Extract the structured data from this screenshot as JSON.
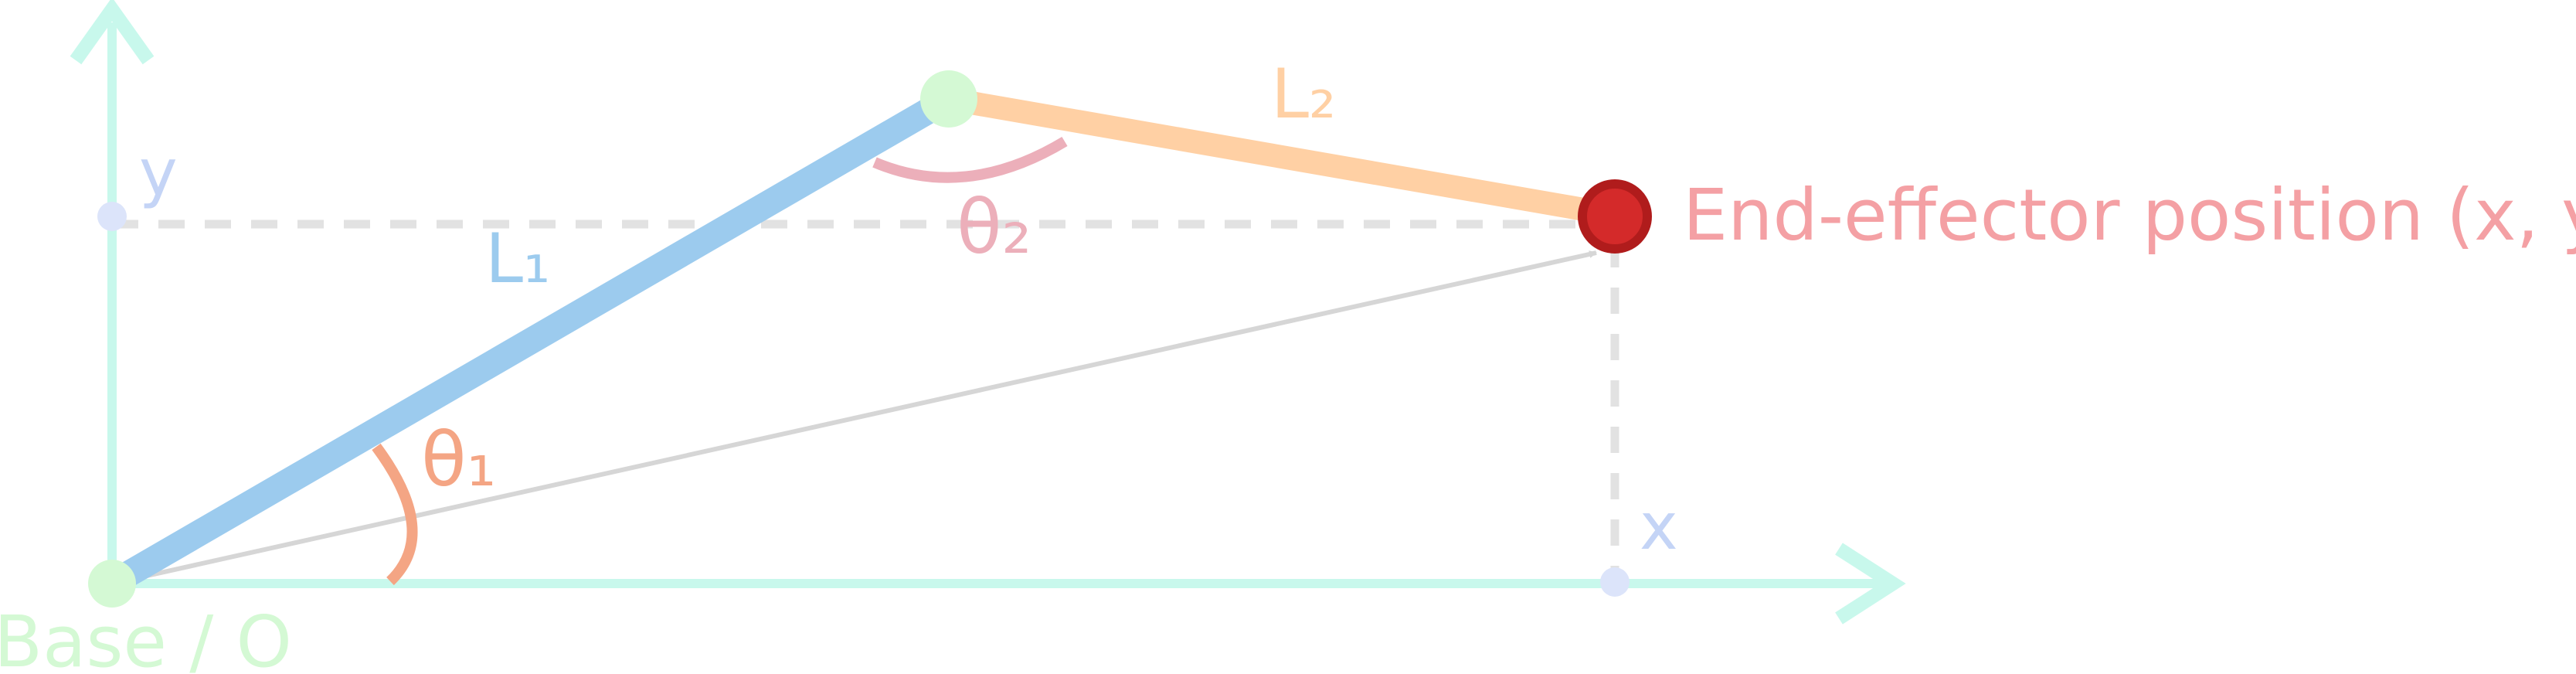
{
  "labels": {
    "link1": "L₁",
    "link2": "L₂",
    "angle1": "θ₁",
    "angle2": "θ₂",
    "y_axis": "y",
    "x_axis": "x",
    "end_effector": "End-effector position (x, y)",
    "base": "Base / O"
  },
  "colors": {
    "axis": "#c8f8ec",
    "link1": "#9ccbee",
    "link2": "#ffd0a4",
    "joint": "#d4f9d4",
    "end_effector_fill": "#d42a2a",
    "end_effector_stroke": "#b01c1c",
    "angle1": "#f4a584",
    "angle2": "#ecafba",
    "guide": "#e2e2e2",
    "reach_vector": "#d6d6d6",
    "proj_point": "#dce4fa",
    "label_end_effector": "#f4a0a4",
    "label_axis": "#c4d4f6",
    "label_base": "#d4f9d4"
  }
}
